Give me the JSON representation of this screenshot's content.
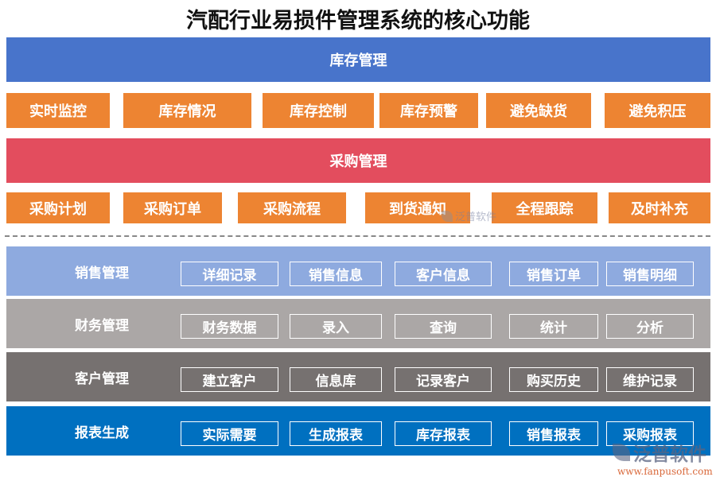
{
  "title": "汽配行业易损件管理系统的核心功能",
  "colors": {
    "inventory": "#4874cb",
    "procurement": "#e34d5e",
    "feature_box": "#ed8432",
    "sales": "#8eaadf",
    "finance": "#aba7a6",
    "customer": "#767170",
    "report": "#0070c0"
  },
  "inventory": {
    "label": "库存管理",
    "items": [
      "实时监控",
      "库存情况",
      "库存控制",
      "库存预警",
      "避免缺货",
      "避免积压"
    ]
  },
  "procurement": {
    "label": "采购管理",
    "items": [
      "采购计划",
      "采购订单",
      "采购流程",
      "到货通知",
      "全程跟踪",
      "及时补充"
    ]
  },
  "sections": [
    {
      "label": "销售管理",
      "items": [
        "详细记录",
        "销售信息",
        "客户信息",
        "销售订单",
        "销售明细"
      ]
    },
    {
      "label": "财务管理",
      "items": [
        "财务数据",
        "录入",
        "查询",
        "统计",
        "分析"
      ]
    },
    {
      "label": "客户管理",
      "items": [
        "建立客户",
        "信息库",
        "记录客户",
        "购买历史",
        "维护记录"
      ]
    },
    {
      "label": "报表生成",
      "items": [
        "实际需要",
        "生成报表",
        "库存报表",
        "销售报表",
        "采购报表"
      ]
    }
  ],
  "watermark": {
    "text": "泛普软件"
  },
  "logo": {
    "name": "泛普软件",
    "url": "www.fanpusoft.com"
  }
}
